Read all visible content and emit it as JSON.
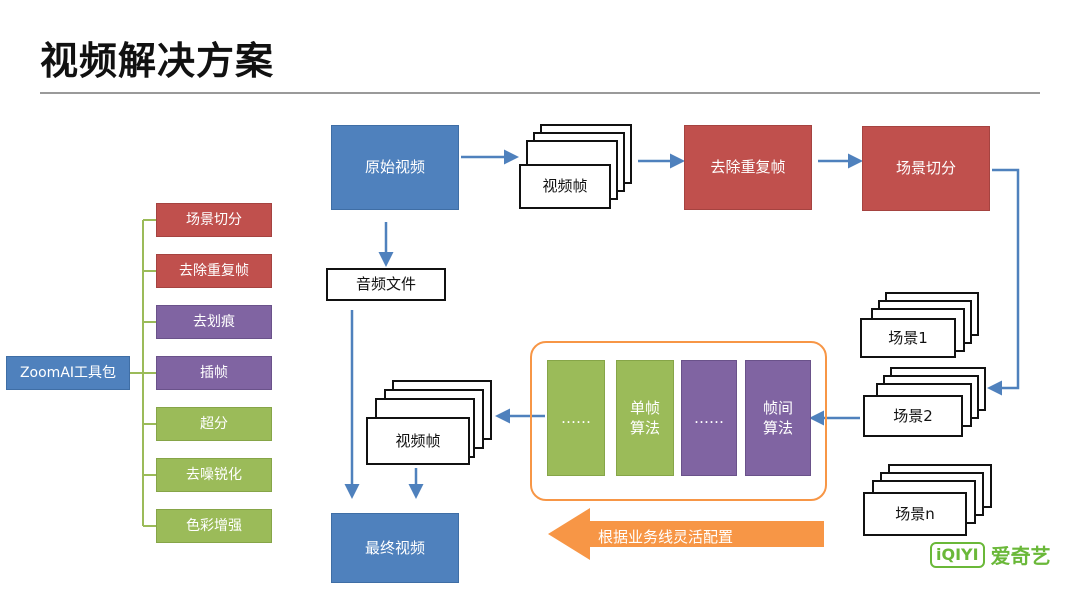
{
  "title": "视频解决方案",
  "toolkit": {
    "label": "ZoomAI工具包",
    "items": [
      {
        "label": "场景切分",
        "color": "#c0504d"
      },
      {
        "label": "去除重复帧",
        "color": "#c0504d"
      },
      {
        "label": "去划痕",
        "color": "#8064a2"
      },
      {
        "label": "插帧",
        "color": "#8064a2"
      },
      {
        "label": "超分",
        "color": "#9bbb59"
      },
      {
        "label": "去噪锐化",
        "color": "#9bbb59"
      },
      {
        "label": "色彩增强",
        "color": "#9bbb59"
      }
    ]
  },
  "flow": {
    "source_video": "原始视频",
    "video_frames_top": "视频帧",
    "dedup": "去除重复帧",
    "scene_split": "场景切分",
    "audio": "音频文件",
    "scenes": [
      "场景1",
      "场景2",
      "场景n"
    ],
    "algorithms": [
      "……",
      "单帧\n算法",
      "……",
      "帧间\n算法"
    ],
    "video_frames_bottom": "视频帧",
    "final_video": "最终视频",
    "config_note": "根据业务线灵活配置"
  },
  "logo": {
    "mark": "iQIYI",
    "text": "爱奇艺"
  },
  "colors": {
    "blue": "#4f81bd",
    "red": "#c0504d",
    "purple": "#8064a2",
    "green": "#9bbb59",
    "orange": "#f79646"
  }
}
